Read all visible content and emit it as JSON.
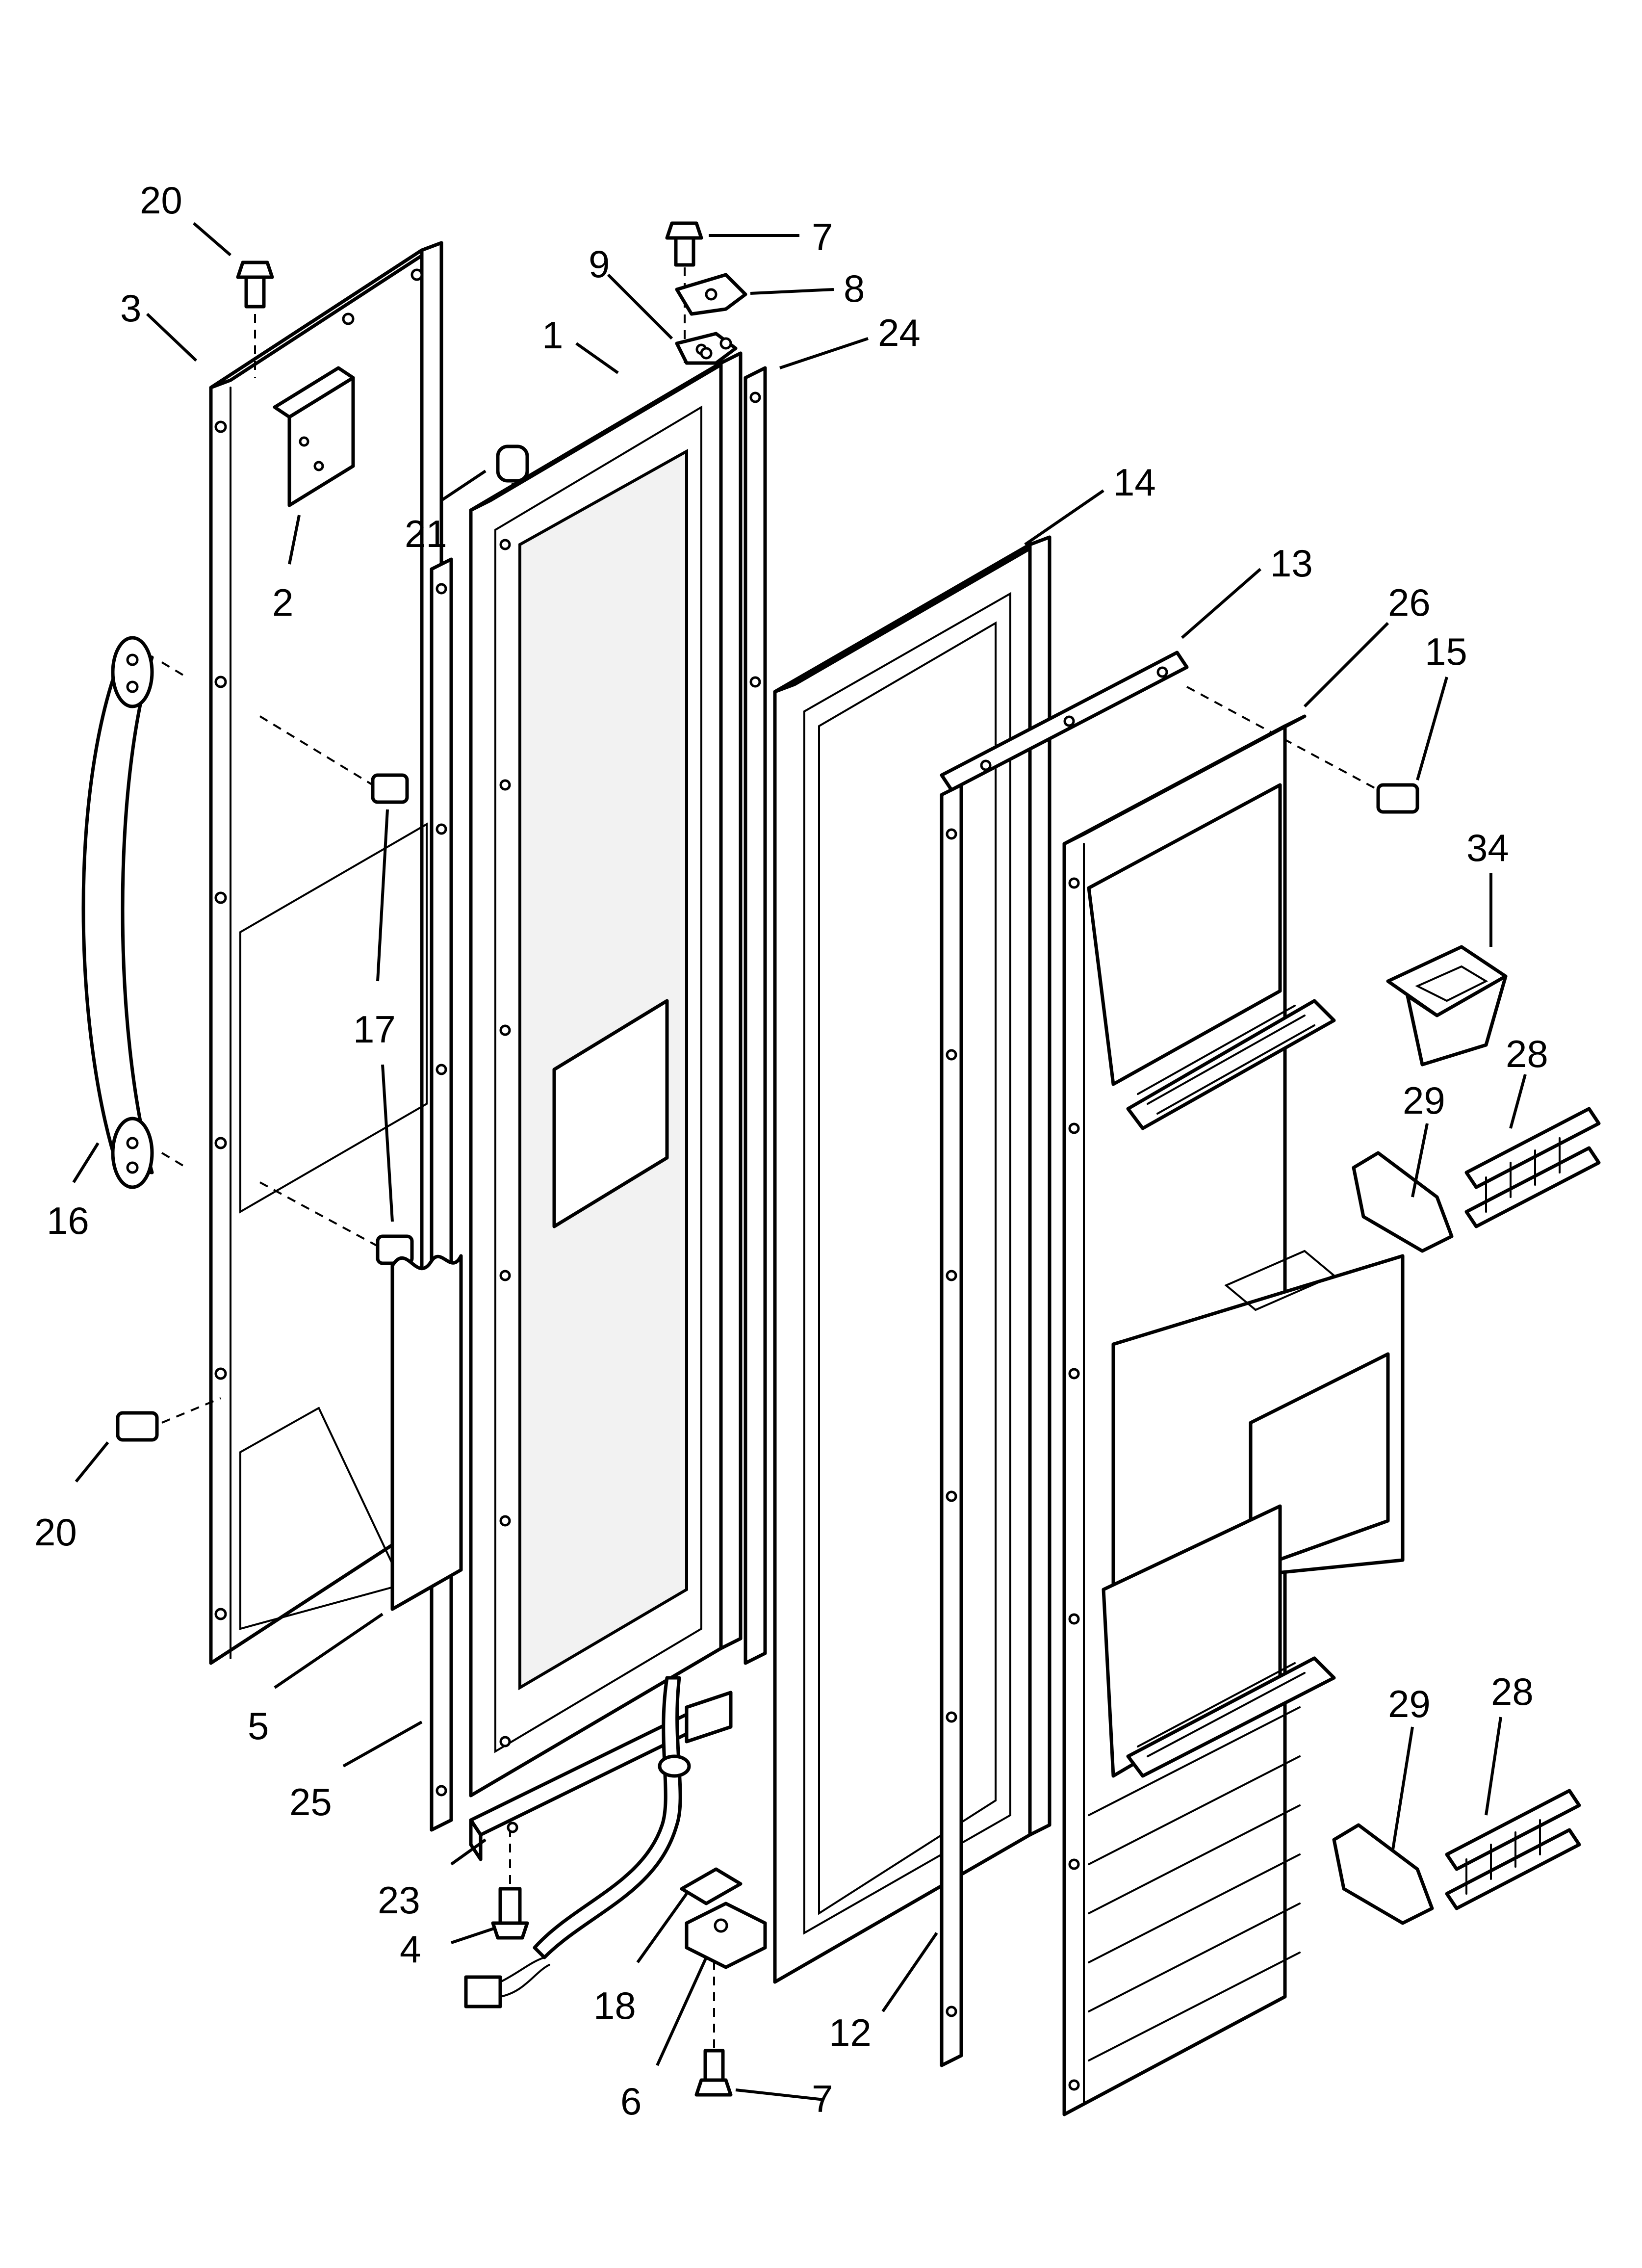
{
  "callouts": [
    {
      "id": "c20a",
      "label": "20"
    },
    {
      "id": "c3",
      "label": "3"
    },
    {
      "id": "c2",
      "label": "2"
    },
    {
      "id": "c16",
      "label": "16"
    },
    {
      "id": "c17",
      "label": "17"
    },
    {
      "id": "c20b",
      "label": "20"
    },
    {
      "id": "c5",
      "label": "5"
    },
    {
      "id": "c25",
      "label": "25"
    },
    {
      "id": "c21",
      "label": "21"
    },
    {
      "id": "c1",
      "label": "1"
    },
    {
      "id": "c9",
      "label": "9"
    },
    {
      "id": "c7a",
      "label": "7"
    },
    {
      "id": "c8",
      "label": "8"
    },
    {
      "id": "c24",
      "label": "24"
    },
    {
      "id": "c14",
      "label": "14"
    },
    {
      "id": "c13",
      "label": "13"
    },
    {
      "id": "c26",
      "label": "26"
    },
    {
      "id": "c15",
      "label": "15"
    },
    {
      "id": "c34",
      "label": "34"
    },
    {
      "id": "c28a",
      "label": "28"
    },
    {
      "id": "c29a",
      "label": "29"
    },
    {
      "id": "c29b",
      "label": "29"
    },
    {
      "id": "c28b",
      "label": "28"
    },
    {
      "id": "c23",
      "label": "23"
    },
    {
      "id": "c4",
      "label": "4"
    },
    {
      "id": "c18",
      "label": "18"
    },
    {
      "id": "c6",
      "label": "6"
    },
    {
      "id": "c7b",
      "label": "7"
    },
    {
      "id": "c12",
      "label": "12"
    }
  ]
}
